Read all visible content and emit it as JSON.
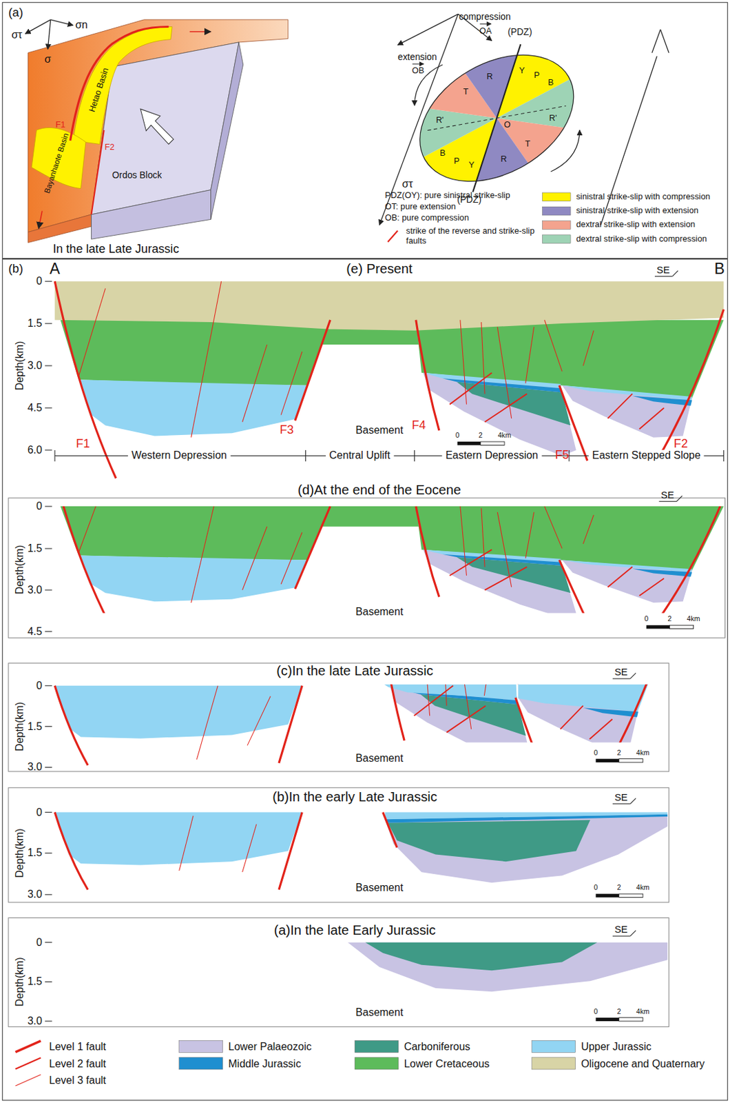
{
  "diagram": {
    "nodes": [
      {
        "text": [
          "(a)"
        ]
      },
      {
        "text": [
          "(b)"
        ]
      }
    ],
    "labels": [
      "στ",
      "σn",
      "σ",
      "Hetao Basin",
      "F1",
      "F2",
      "Bayanhaote Basin",
      "Ordos Block",
      "In the late Late Jurassic",
      "compression",
      "(PDZ)",
      "OA",
      "extension",
      "OB",
      "T",
      "R",
      "Y",
      "P",
      "B",
      "R'",
      "O",
      "R'",
      "B",
      "P",
      "T",
      "R",
      "Y",
      "(PDZ)",
      "στ",
      "PDZ(OY): pure sinistral strike-slip",
      "OT: pure extension",
      "OB: pure compression",
      "A",
      "(e) Present",
      "SE",
      "B",
      "Depth(km)",
      "0",
      "1.5",
      "3.0",
      "4.5",
      "6.0",
      "F1",
      "F3",
      "Basement",
      "F4",
      "0",
      "2",
      "4km",
      "F5",
      "F2",
      "Western Depression",
      "Central Uplift",
      "Eastern Depression",
      "Eastern Stepped Slope",
      "(d)At the end of the Eocene",
      "SE",
      "Depth(km)",
      "0",
      "1.5",
      "3.0",
      "4.5",
      "Basement",
      "0",
      "2",
      "4km",
      "(c)In the late Late Jurassic",
      "SE",
      "Depth(km)",
      "0",
      "1.5",
      "3.0",
      "Basement",
      "0",
      "2",
      "4km",
      "(b)In the early Late Jurassic",
      "SE",
      "Depth(km)",
      "0",
      "1.5",
      "3.0",
      "Basement",
      "0",
      "2",
      "4km",
      "(a)In the late Early Jurassic",
      "SE",
      "Depth(km)",
      "0",
      "1.5",
      "3.0",
      "Basement",
      "0",
      "2",
      "4km"
    ],
    "legend": [
      {
        "text": "sinistral strike-slip with compression",
        "color": "#fff200"
      },
      {
        "text": "sinistral strike-slip with extension",
        "color": "#8f89c2"
      },
      {
        "text": "dextral strike-slip with extension",
        "color": "#f4a38e"
      },
      {
        "text": "strike of the reverse and strike-slip faults"
      },
      {
        "text": "dextral strike-slip with compression",
        "color": "#9ed3b5"
      },
      {
        "text": "Level 1 fault"
      },
      {
        "text": "Lower Palaeozoic",
        "color": "#c8c3e3"
      },
      {
        "text": "Carboniferous",
        "color": "#3f9a86"
      },
      {
        "text": "Upper Jurassic",
        "color": "#92d5f3"
      },
      {
        "text": "Level 2 fault"
      },
      {
        "text": "Middle Jurassic",
        "color": "#1f8fd0"
      },
      {
        "text": "Lower Cretaceous",
        "color": "#5dbb5b"
      },
      {
        "text": "Oligocene and Quaternary",
        "color": "#d8d4a6"
      },
      {
        "text": "Level 3 fault"
      }
    ]
  }
}
